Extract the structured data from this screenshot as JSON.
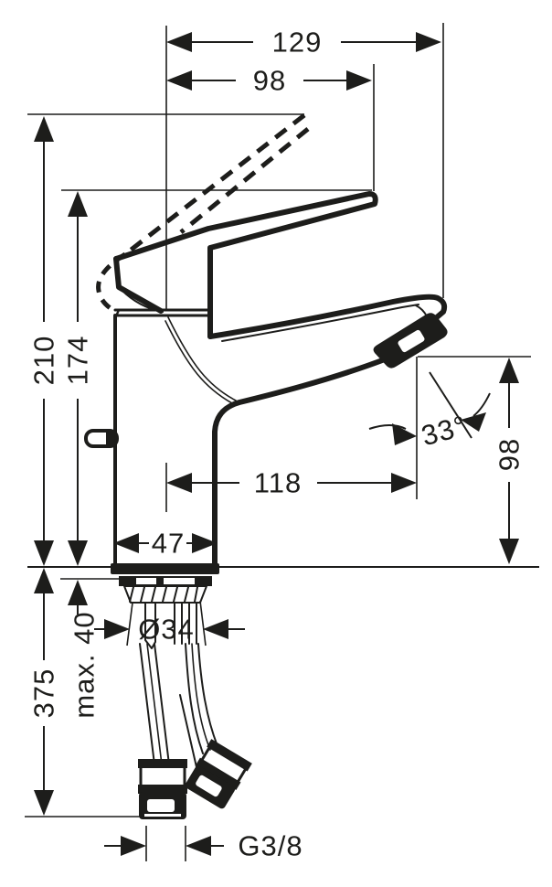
{
  "drawing": {
    "line_color": "#1d1d1b",
    "background_color": "#ffffff",
    "dims": {
      "total_projection": "129",
      "lever_projection": "98",
      "total_height": "210",
      "lever_height": "174",
      "spout_reach": "118",
      "spout_angle": "33°",
      "outlet_height": "98",
      "body_width": "47",
      "hole_diameter": "Ø34",
      "max_counter_thickness": "max. 40",
      "hose_length": "375",
      "connection_thread": "G3/8"
    }
  }
}
